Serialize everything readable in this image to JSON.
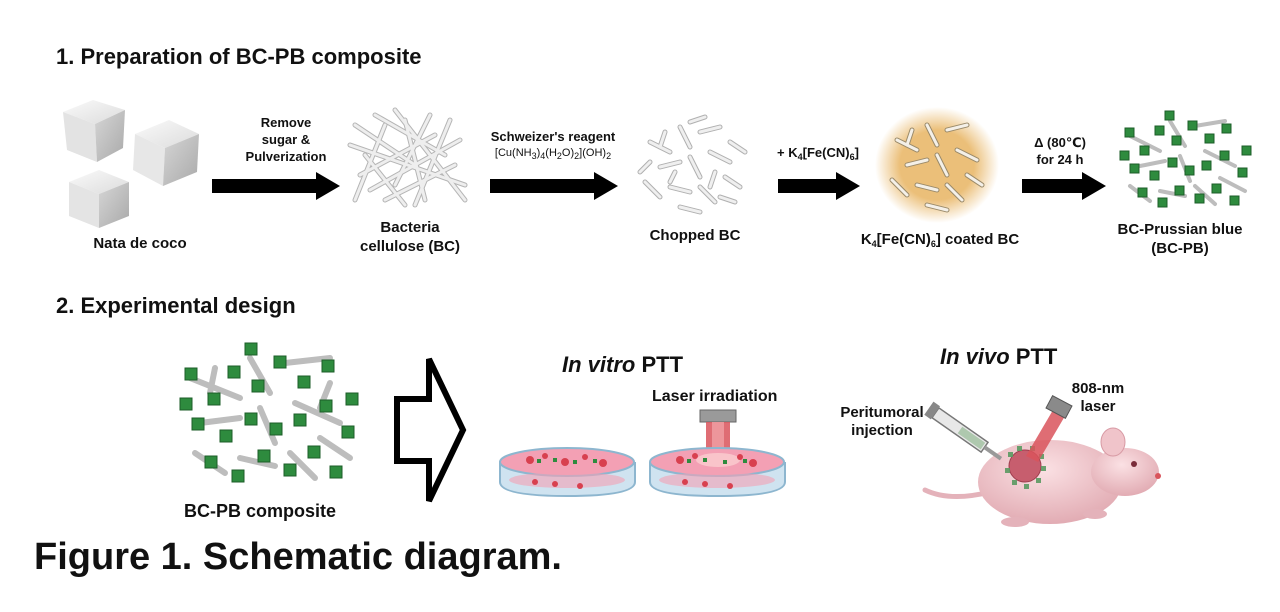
{
  "section1": {
    "title": "1. Preparation of BC-PB composite",
    "steps": {
      "nata": "Nata de coco",
      "bc_line1": "Bacteria",
      "bc_line2": "cellulose (BC)",
      "chopped": "Chopped BC",
      "coated_prefix": "K",
      "coated_s1": "4",
      "coated_mid": "[Fe(CN)",
      "coated_s2": "6",
      "coated_suffix": "] coated BC",
      "pb_line1": "BC-Prussian blue",
      "pb_line2": "(BC-PB)"
    },
    "arrows": {
      "a1_line1": "Remove",
      "a1_line2": "sugar &",
      "a1_line3": "Pulverization",
      "a2_line1": "Schweizer's reagent",
      "a2_p1": "[Cu(NH",
      "a2_s1": "3",
      "a2_p2": ")",
      "a2_s2": "4",
      "a2_p3": "(H",
      "a2_s3": "2",
      "a2_p4": "O)",
      "a2_s4": "2",
      "a2_p5": "](OH)",
      "a2_s5": "2",
      "a3_prefix": "+ K",
      "a3_s1": "4",
      "a3_mid": "[Fe(CN)",
      "a3_s2": "6",
      "a3_suffix": "]",
      "a4_line1": "Δ (80℃)",
      "a4_line2": "for 24 h"
    }
  },
  "section2": {
    "title": "2. Experimental design",
    "composite_label": "BC-PB composite",
    "invitro_italic": "In vitro",
    "invitro_rest": " PTT",
    "laser_irradiation": "Laser irradiation",
    "invivo_italic": "In vivo",
    "invivo_rest": " PTT",
    "peri_line1": "Peritumoral",
    "peri_line2": "injection",
    "laser_line1": "808-nm",
    "laser_line2": "laser"
  },
  "caption": "Figure 1. Schematic diagram.",
  "colors": {
    "fiber": "#e6e6e6",
    "pb_green": "#2e8b3e",
    "coating": "#e9b86a",
    "dish_pink": "#f3a0b4",
    "cell_red": "#d8404f",
    "mouse_pink": "#f2c6cc",
    "laser_red": "#d9545c"
  }
}
